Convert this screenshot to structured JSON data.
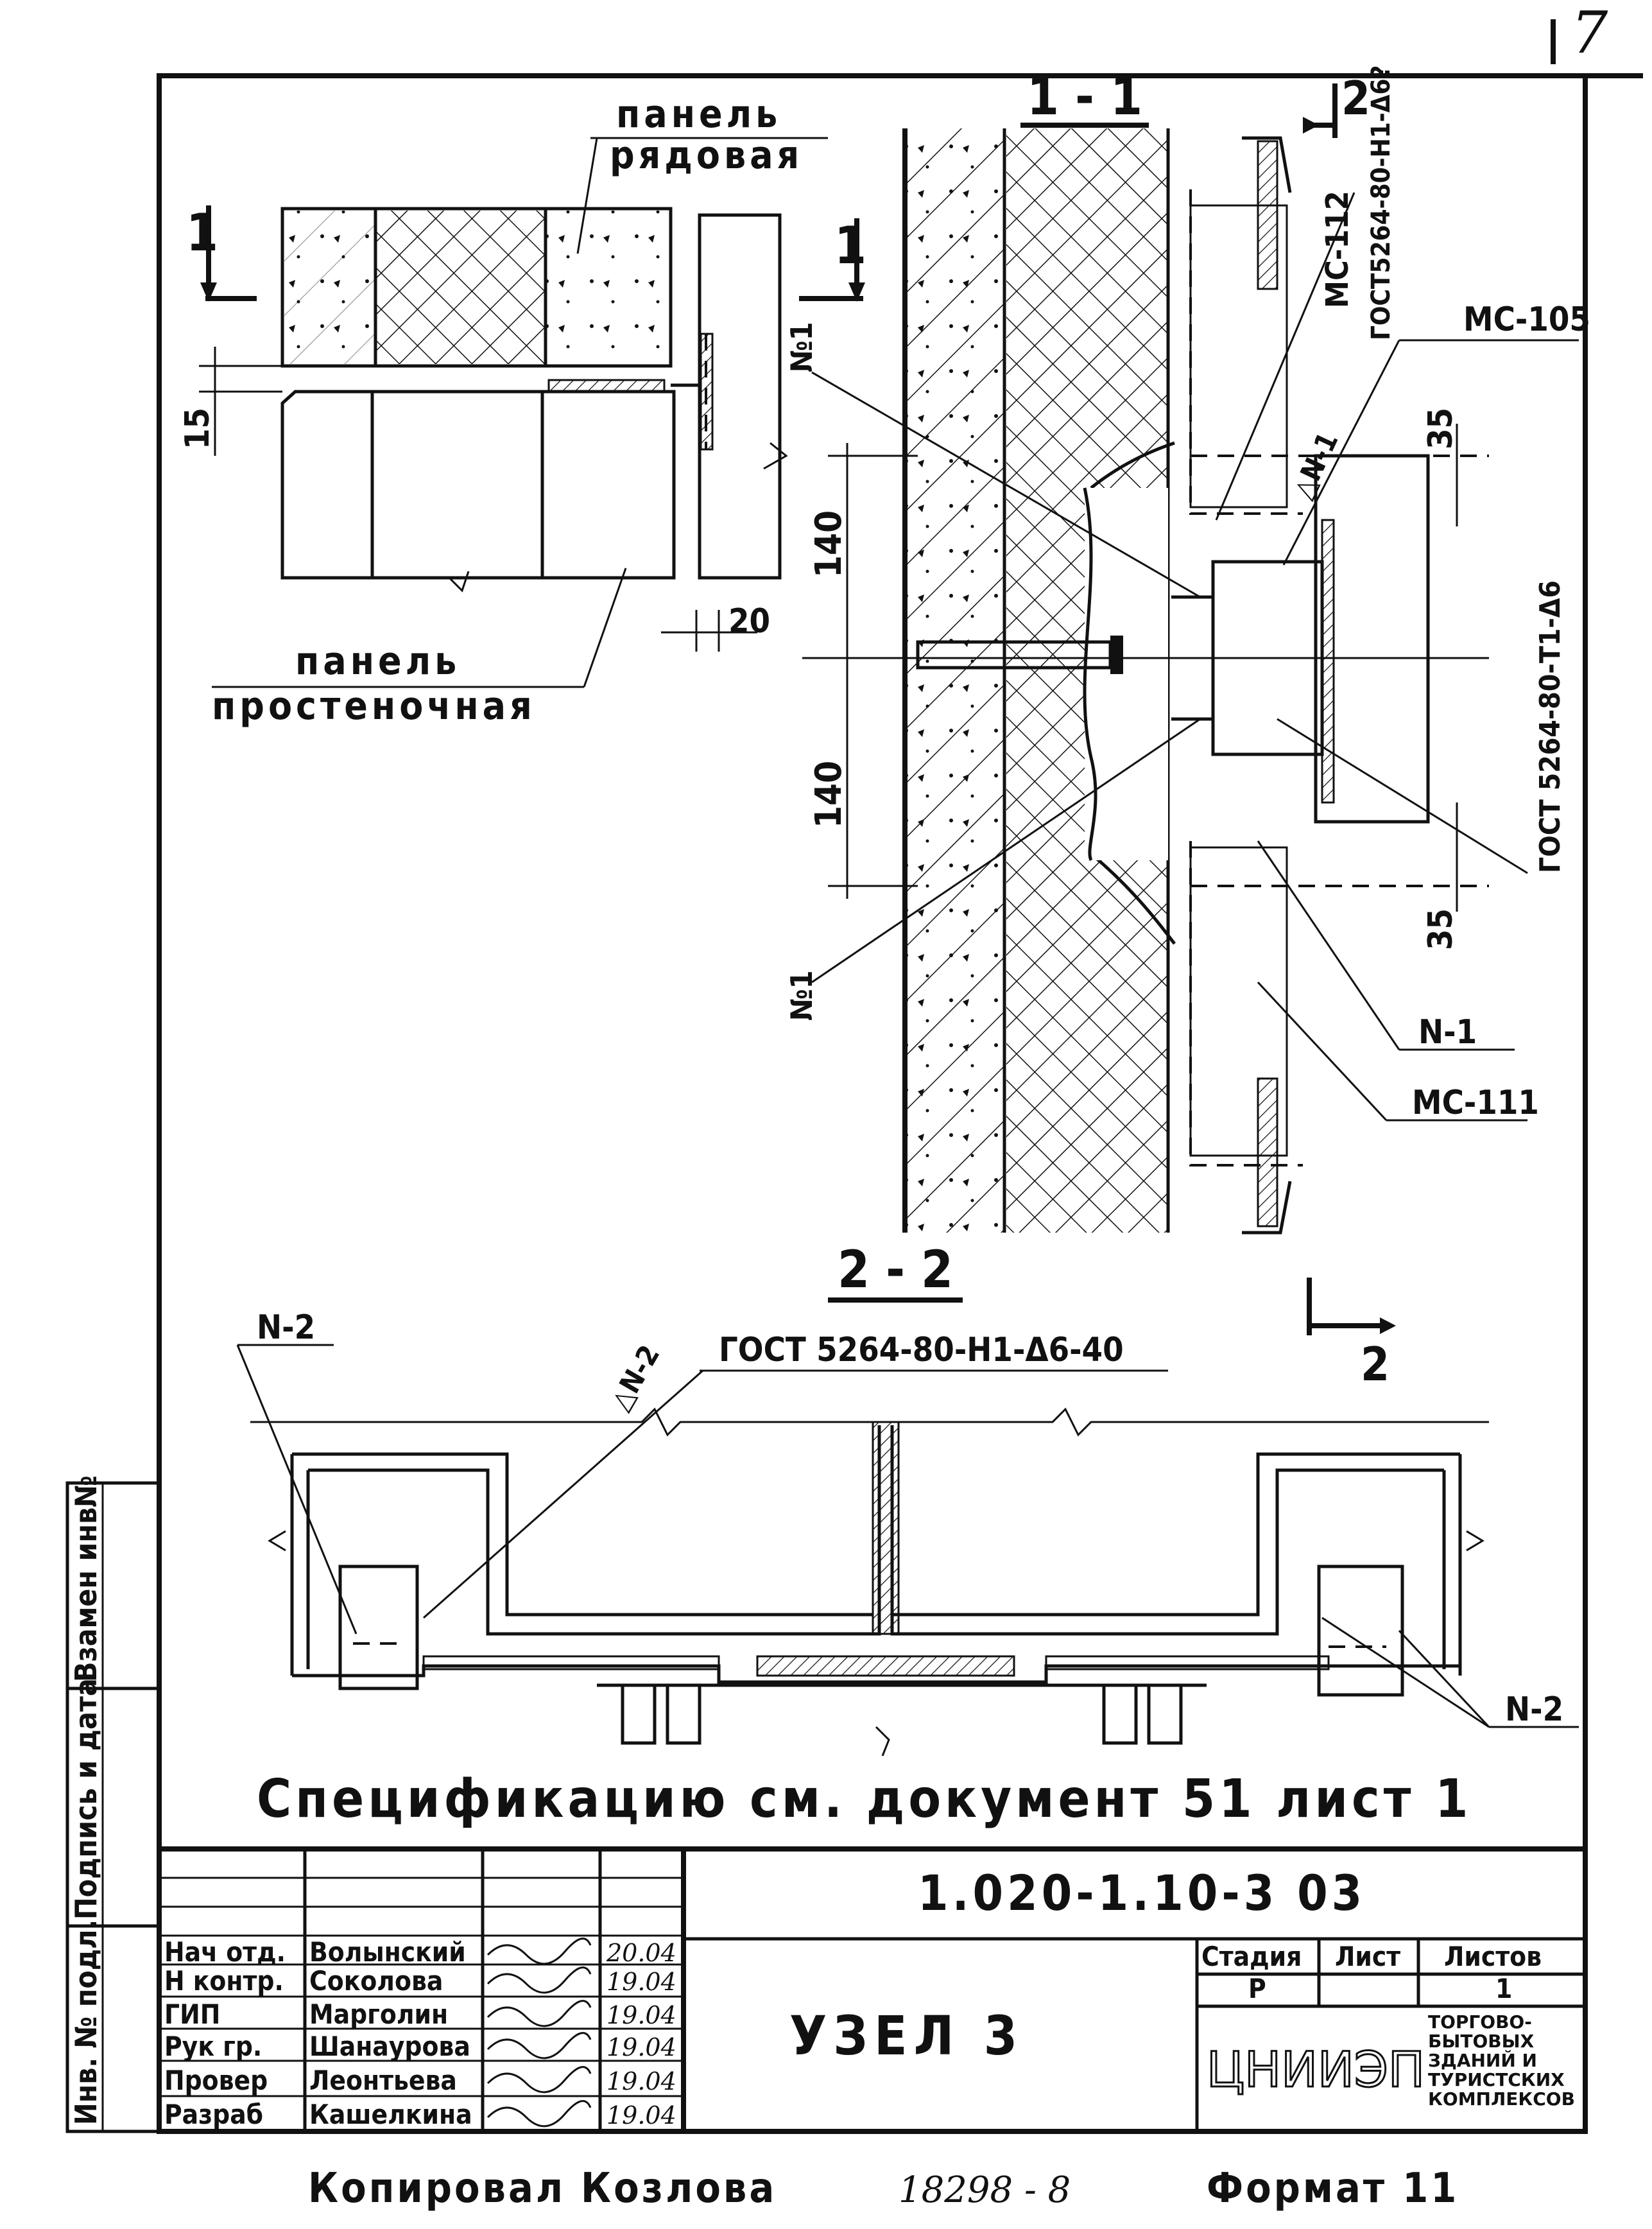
{
  "page_number": "7",
  "detail_top": {
    "label_panel_row_line1": "панель",
    "label_panel_row_line2": "рядовая",
    "label_panel_pier_line1": "панель",
    "label_panel_pier_line2": "простеночная",
    "section_mark_left": "1",
    "section_mark_right": "1",
    "dim_15": "15",
    "dim_20": "20"
  },
  "section_1_1": {
    "title": "1 - 1",
    "section_mark_2": "2",
    "dim_140_top": "140",
    "dim_140_bottom": "140",
    "dim_35_top": "35",
    "dim_35_bottom": "35",
    "label_ms112": "МС-112",
    "label_gost_h1": "ГОСТ5264-80-Н1-Δ6?",
    "label_ms105": "МС-105",
    "label_gost_t1": "ГОСТ 5264-80-Т1-Δ6",
    "label_ms111": "МС-111",
    "label_n1_right": "N-1",
    "label_n1_a": "№1",
    "label_n1_b": "№1",
    "label_weld_n1": "△N-1"
  },
  "section_2_2": {
    "title": "2 - 2",
    "section_mark_2": "2",
    "label_n2_left": "N-2",
    "label_n2_right": "N-2",
    "label_weld_n2": "△N-2",
    "label_gost": "ГОСТ 5264-80-Н1-Δ6-40"
  },
  "specification_note": "Спецификацию  см. документ 51 лист 1",
  "side_stamp": {
    "inv_subst": "Взамен инв№",
    "sign_date": "Подпись и дата",
    "inv_orig": "Инв. № подл."
  },
  "title_block": {
    "doc_code": "1.020-1.10-3 03",
    "node_title": "УЗЕЛ 3",
    "stage_header": "Стадия",
    "sheet_header": "Лист",
    "sheets_header": "Листов",
    "stage_value": "Р",
    "sheet_value": "",
    "sheets_value": "1",
    "org_logo": "ЦНИИЭП",
    "org_desc": "торгово-бытовых зданий и туристских комплексов",
    "signers": [
      {
        "role": "Нач отд.",
        "name": "Волынский",
        "date": "20.04"
      },
      {
        "role": "Н контр.",
        "name": "Соколова",
        "date": "19.04"
      },
      {
        "role": "ГИП",
        "name": "Марголин",
        "date": "19.04"
      },
      {
        "role": "Рук гр.",
        "name": "Шанаурова",
        "date": "19.04"
      },
      {
        "role": "Провер",
        "name": "Леонтьева",
        "date": "19.04"
      },
      {
        "role": "Разраб",
        "name": "Кашелкина",
        "date": "19.04"
      }
    ]
  },
  "footer": {
    "copied_by": "Копировал  Козлова",
    "number": "18298 - 8",
    "format": "Формат 11"
  }
}
